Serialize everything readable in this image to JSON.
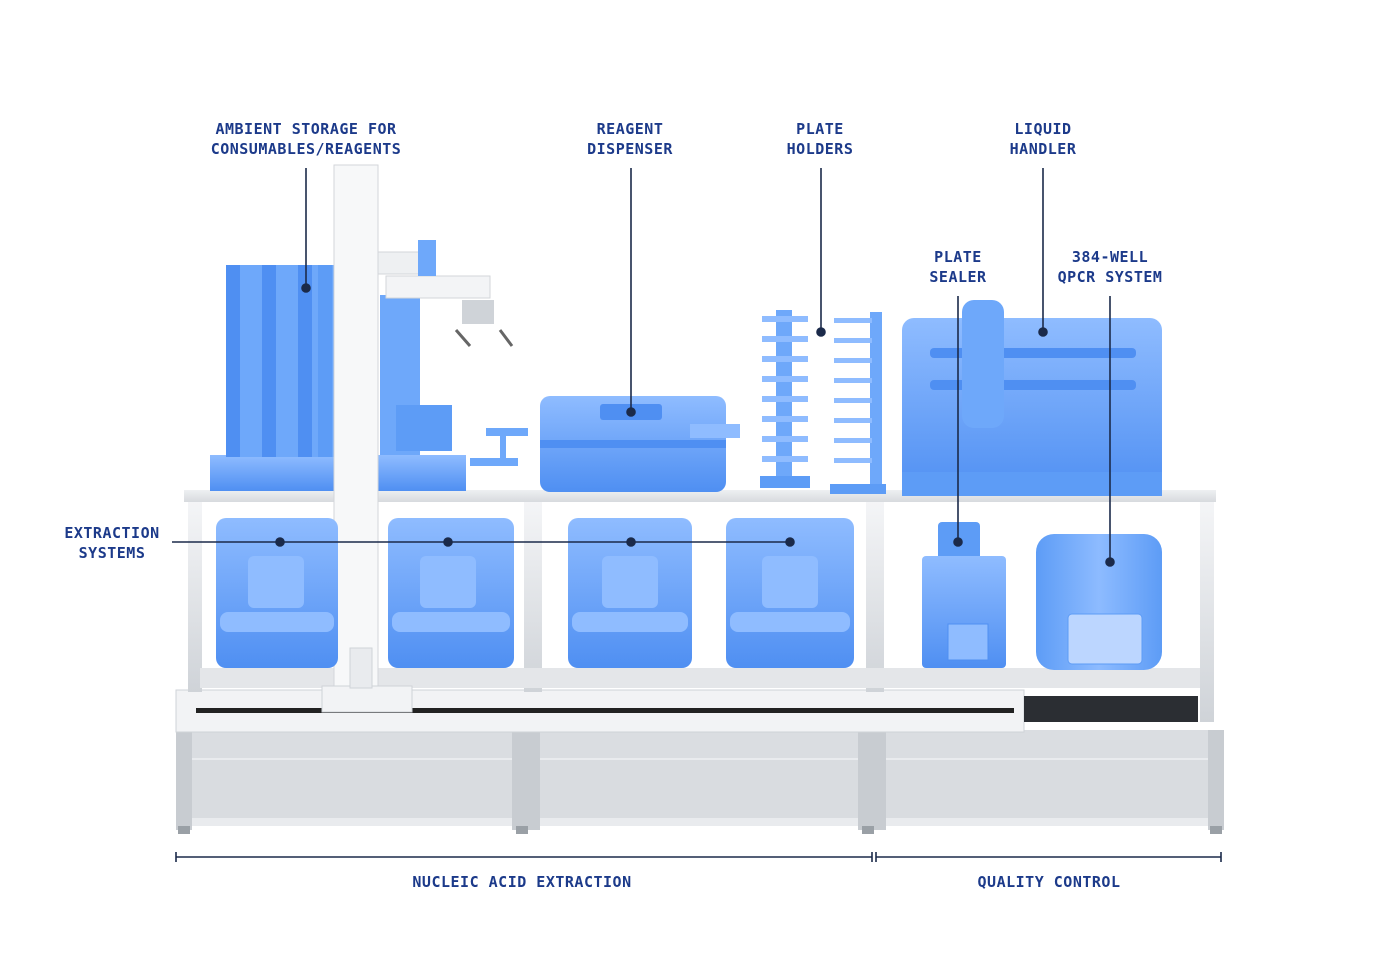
{
  "callouts": {
    "ambient_storage": {
      "line1": "AMBIENT STORAGE FOR",
      "line2": "CONSUMABLES/REAGENTS"
    },
    "reagent_dispenser": {
      "line1": "REAGENT",
      "line2": "DISPENSER"
    },
    "plate_holders": {
      "line1": "PLATE",
      "line2": "HOLDERS"
    },
    "liquid_handler": {
      "line1": "LIQUID",
      "line2": "HANDLER"
    },
    "plate_sealer": {
      "line1": "PLATE",
      "line2": "SEALER"
    },
    "qpcr_system": {
      "line1": "384-WELL",
      "line2": "QPCR SYSTEM"
    },
    "extraction_systems": {
      "line1": "EXTRACTION",
      "line2": "SYSTEMS"
    }
  },
  "sections": {
    "nucleic_acid_extraction": "NUCLEIC ACID EXTRACTION",
    "quality_control": "QUALITY CONTROL"
  },
  "colors": {
    "label": "#1c3a8a",
    "leader_line": "#1b2a4a",
    "equipment_blue": "#5b9bf5",
    "equipment_light": "#8fbcff",
    "frame_gray": "#e4e6e9"
  }
}
